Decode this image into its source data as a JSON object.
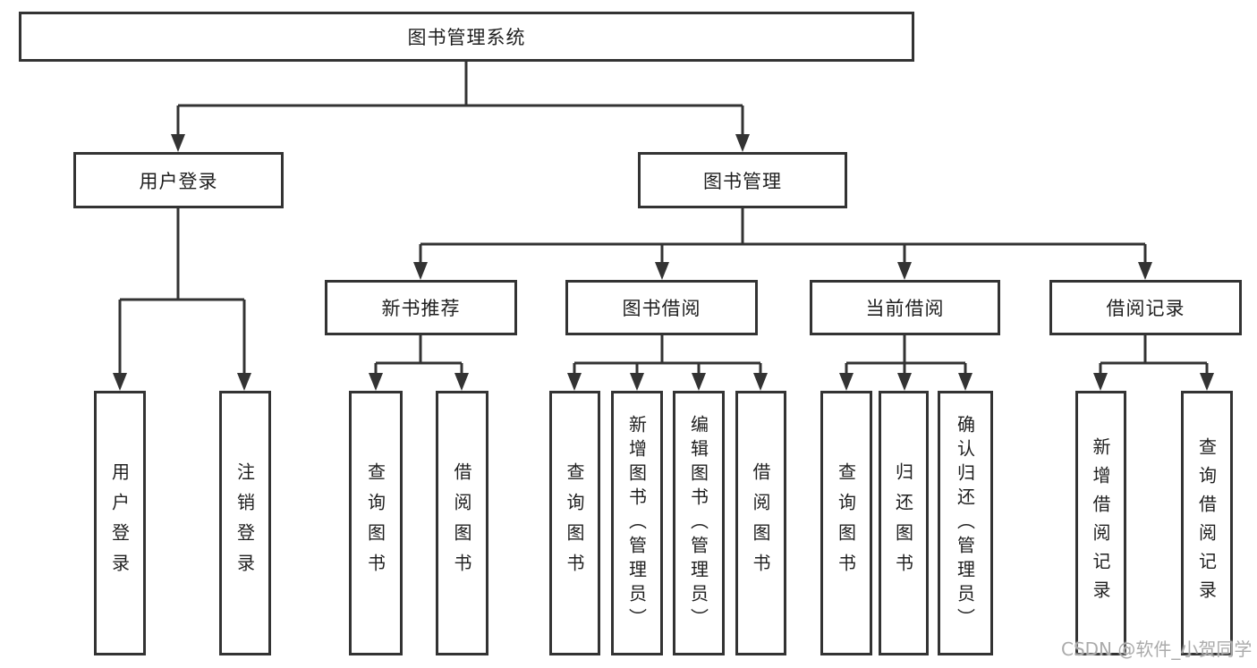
{
  "tree": {
    "label": "图书管理系统",
    "children": [
      {
        "label": "用户登录",
        "children": [
          {
            "label": "用户登录"
          },
          {
            "label": "注销登录"
          }
        ]
      },
      {
        "label": "图书管理",
        "children": [
          {
            "label": "新书推荐",
            "children": [
              {
                "label": "查询图书"
              },
              {
                "label": "借阅图书"
              }
            ]
          },
          {
            "label": "图书借阅",
            "children": [
              {
                "label": "查询图书"
              },
              {
                "label": "新增图书（管理员）"
              },
              {
                "label": "编辑图书（管理员）"
              },
              {
                "label": "借阅图书"
              }
            ]
          },
          {
            "label": "当前借阅",
            "children": [
              {
                "label": "查询图书"
              },
              {
                "label": "归还图书"
              },
              {
                "label": "确认归还（管理员）"
              }
            ]
          },
          {
            "label": "借阅记录",
            "children": [
              {
                "label": "新增借阅记录"
              },
              {
                "label": "查询借阅记录"
              }
            ]
          }
        ]
      }
    ]
  },
  "watermark": "CSDN @软件_小贺同学",
  "colors": {
    "line": "#333333",
    "text": "#1f1f1f",
    "watermark": "#ababab",
    "background": "#ffffff"
  }
}
